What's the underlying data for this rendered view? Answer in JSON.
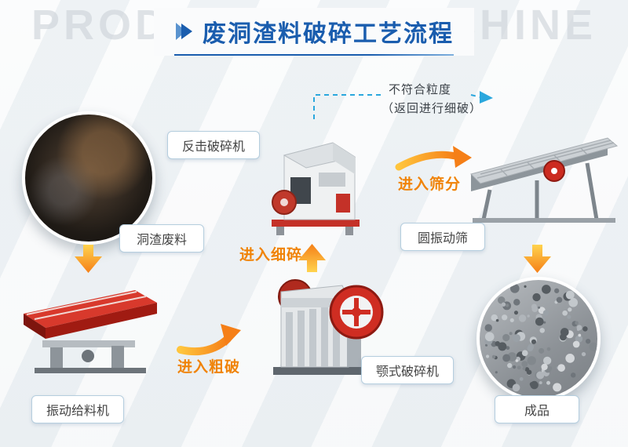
{
  "header": {
    "watermark": "PRODUCTION MACHINE",
    "title": "废洞渣料破碎工艺流程"
  },
  "nodes": {
    "slag_waste": {
      "label": "洞渣废料"
    },
    "impact_crusher": {
      "label": "反击破碎机"
    },
    "vibrating_screen": {
      "label": "圆振动筛"
    },
    "vibrating_feeder": {
      "label": "振动给料机"
    },
    "jaw_crusher": {
      "label": "颚式破碎机"
    },
    "finished_product": {
      "label": "成品"
    }
  },
  "flows": {
    "to_coarse_crushing": "进入粗破",
    "to_fine_crushing": "进入细碎",
    "to_screening": "进入筛分",
    "reject_note_line1": "不符合粒度",
    "reject_note_line2": "（返回进行细破）"
  },
  "colors": {
    "title_blue": "#1a5dae",
    "flow_orange": "#f08307",
    "arrow_gradient_start": "#ffd34e",
    "arrow_gradient_end": "#f57f17",
    "dashed_blue": "#2aa7dd",
    "label_border": "#b5cede",
    "machine_red": "#cf2d22"
  }
}
